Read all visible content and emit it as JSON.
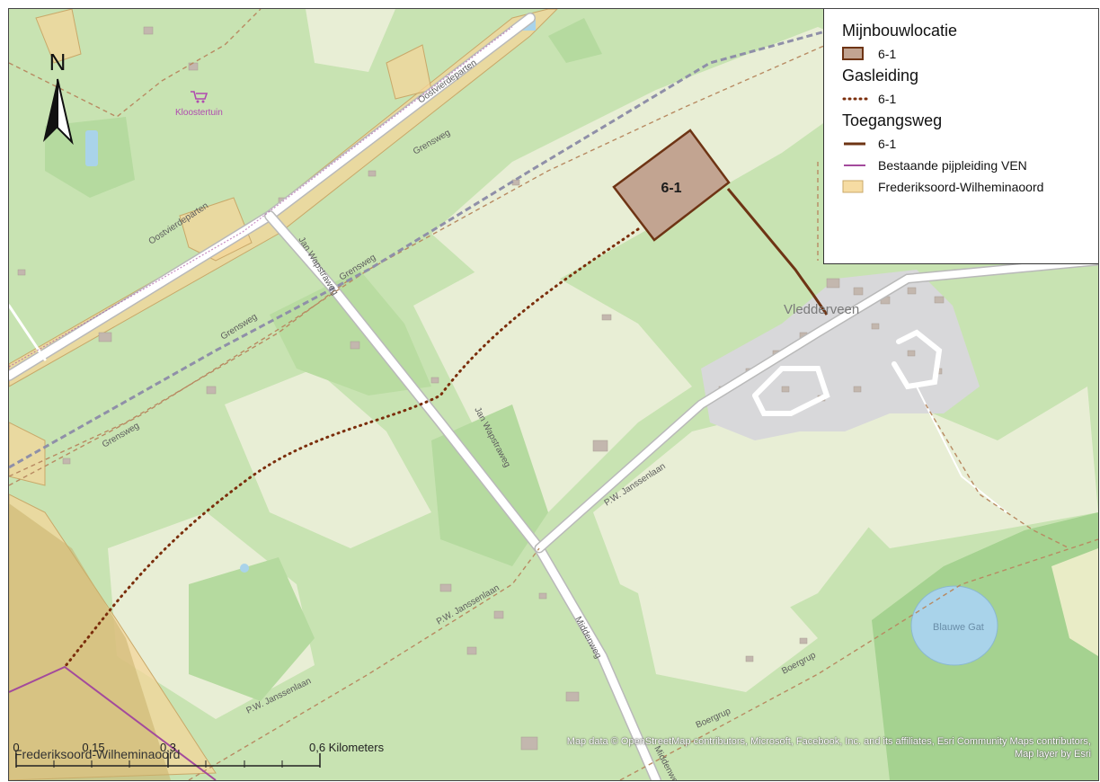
{
  "legend": {
    "groups": [
      {
        "title": "Mijnbouwlocatie",
        "item": "6-1"
      },
      {
        "title": "Gasleiding",
        "item": "6-1"
      },
      {
        "title": "Toegangsweg",
        "item": "6-1"
      }
    ],
    "extra_items": [
      "Bestaande pijpleiding VEN",
      "Frederiksoord-Wilheminaoord"
    ]
  },
  "map": {
    "site_label": "6-1",
    "place_labels": [
      "Vledderveen",
      "Blauwe Gat",
      "Kloostertuin"
    ],
    "area_label": "Frederiksoord-Wilheminaoord",
    "street_labels": [
      "Oostvierdeparten",
      "Oostvierdeparten",
      "Grensweg",
      "Grensweg",
      "Grensweg",
      "Grensweg",
      "Jan Wapstraweg",
      "Jan Wapstraweg",
      "P.W. Janssenlaan",
      "P.W. Janssenlaan",
      "P.W. Janssenlaan",
      "Middenweg",
      "Middenweg",
      "Boergrup",
      "Boergrup"
    ]
  },
  "north_arrow": {
    "label": "N"
  },
  "scale_bar": {
    "ticks": [
      "0",
      "0,15",
      "0,3",
      "0,6 Kilometers"
    ]
  },
  "credits": "Map data © OpenStreetMap contributors, Microsoft, Facebook, Inc. and its affiliates, Esri Community Maps contributors, Map layer by Esri",
  "colors": {
    "field_green": "#c8e3b2",
    "field_pale": "#e8eed5",
    "forest": "#a5d290",
    "road": "#ffffff",
    "site_fill": "#c2a491",
    "site_stroke": "#6e3414",
    "gas_line": "#7b2e0c",
    "access_road": "#6e3414",
    "pipeline": "#a34a9c",
    "protected_area": "#f4d59a",
    "water": "#a9d3ea",
    "built": "#d8d8da"
  }
}
